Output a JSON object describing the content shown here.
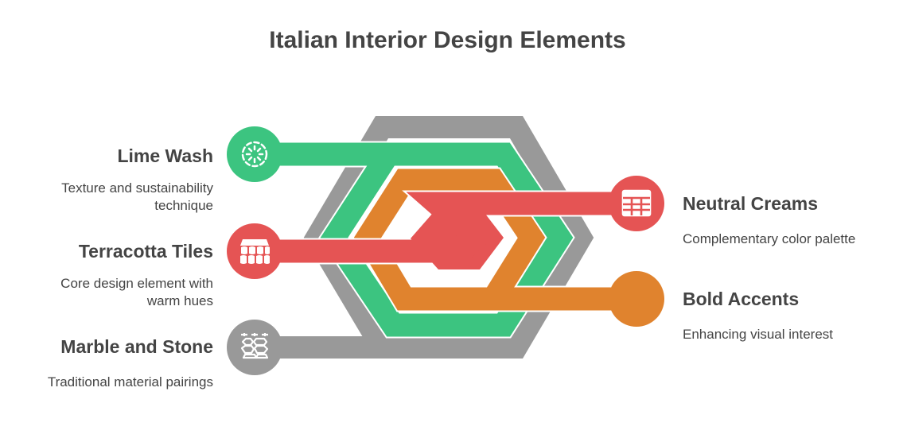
{
  "title": "Italian Interior Design Elements",
  "colors": {
    "gray": "#999999",
    "green": "#3cc480",
    "orange": "#e0832e",
    "red": "#e55454",
    "text": "#444444"
  },
  "items": {
    "lime_wash": {
      "label": "Lime Wash",
      "description": "Texture and sustainability technique",
      "icon": "lime-slice-icon",
      "color": "#3cc480"
    },
    "terracotta_tiles": {
      "label": "Terracotta Tiles",
      "description": "Core design element with warm hues",
      "icon": "roof-tiles-icon",
      "color": "#e55454"
    },
    "marble_stone": {
      "label": "Marble and Stone",
      "description": "Traditional material pairings",
      "icon": "stone-wall-icon",
      "color": "#999999"
    },
    "neutral_creams": {
      "label": "Neutral Creams",
      "description": "Complementary color palette",
      "icon": "grid-palette-icon",
      "color": "#e55454"
    },
    "bold_accents": {
      "label": "Bold Accents",
      "description": "Enhancing visual interest",
      "icon": "",
      "color": "#e0832e"
    }
  }
}
